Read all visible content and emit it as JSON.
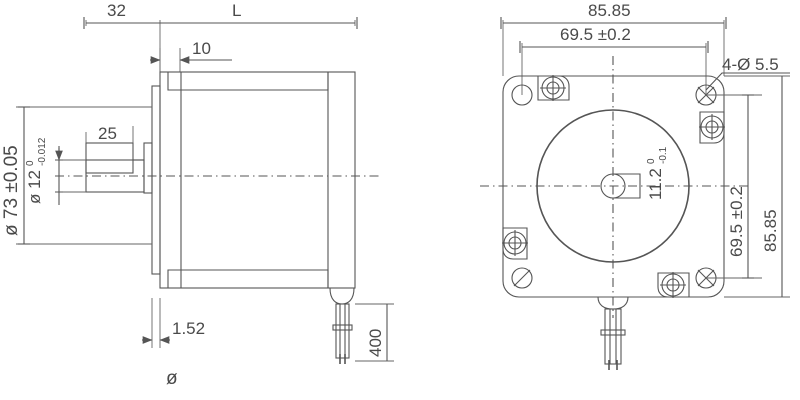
{
  "drawing": {
    "title": "Stepper motor outline dimension drawing",
    "units": "mm",
    "line_color": "#555555",
    "text_color": "#4a4a4a",
    "background": "#ffffff"
  },
  "side_view": {
    "name": "side-elevation-view",
    "dimensions": {
      "shaft_length_32": "32",
      "body_length_L": "L",
      "front_flange_10": "10",
      "shaft_flat_25": "25",
      "pilot_dia": "ø 12",
      "pilot_tol_upper": "0",
      "pilot_tol_lower": "-0.012",
      "flange_dia": "ø 73 ±0.05",
      "flange_thickness": "1.52",
      "lead_length": "400",
      "bottom_symbol": "ø"
    }
  },
  "front_view": {
    "name": "front-end-view",
    "dimensions": {
      "width_overall": "85.85",
      "height_overall": "85.85",
      "bolt_circle_horizontal": "69.5 ±0.2",
      "bolt_circle_vertical": "69.5 ±0.2",
      "mounting_holes": "4-Ø 5.5",
      "shaft_flat_depth": "11.2",
      "shaft_flat_tol_upper": "0",
      "shaft_flat_tol_lower": "-0.1"
    }
  }
}
